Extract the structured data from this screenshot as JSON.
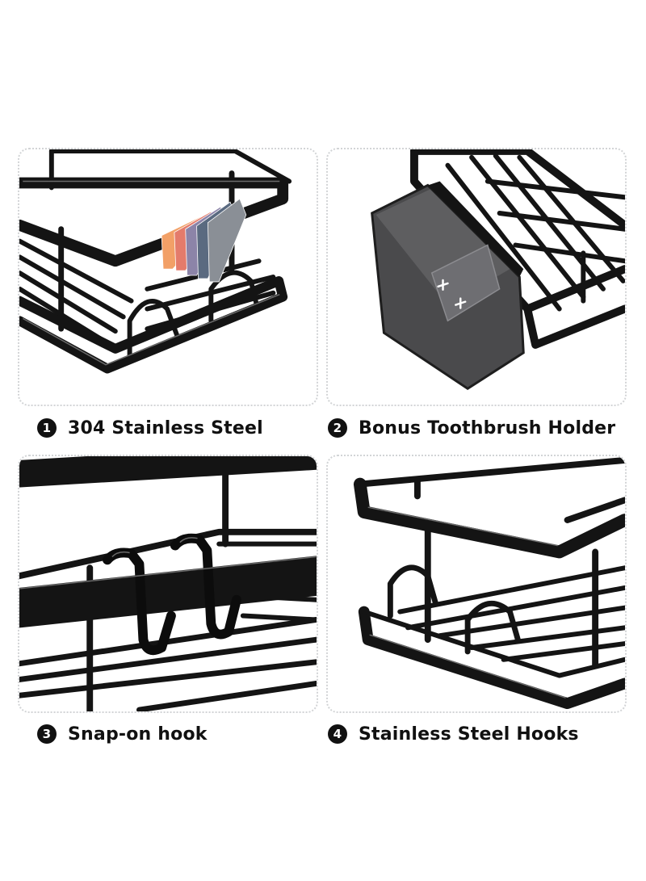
{
  "features": [
    {
      "number": "1",
      "label": "304 Stainless Steel"
    },
    {
      "number": "2",
      "label": "Bonus Toothbrush Holder"
    },
    {
      "number": "3",
      "label": "Snap-on hook"
    },
    {
      "number": "4",
      "label": "Stainless Steel Hooks"
    }
  ],
  "colors": {
    "metal": "#141414",
    "highlight": "#6b6b6b",
    "panel_border": "#d2d4d6",
    "holder_body": "#4a4a4c",
    "swatches": [
      "#f2a067",
      "#e47b6b",
      "#8c84a8",
      "#5a6a80",
      "#8a8f96"
    ]
  }
}
